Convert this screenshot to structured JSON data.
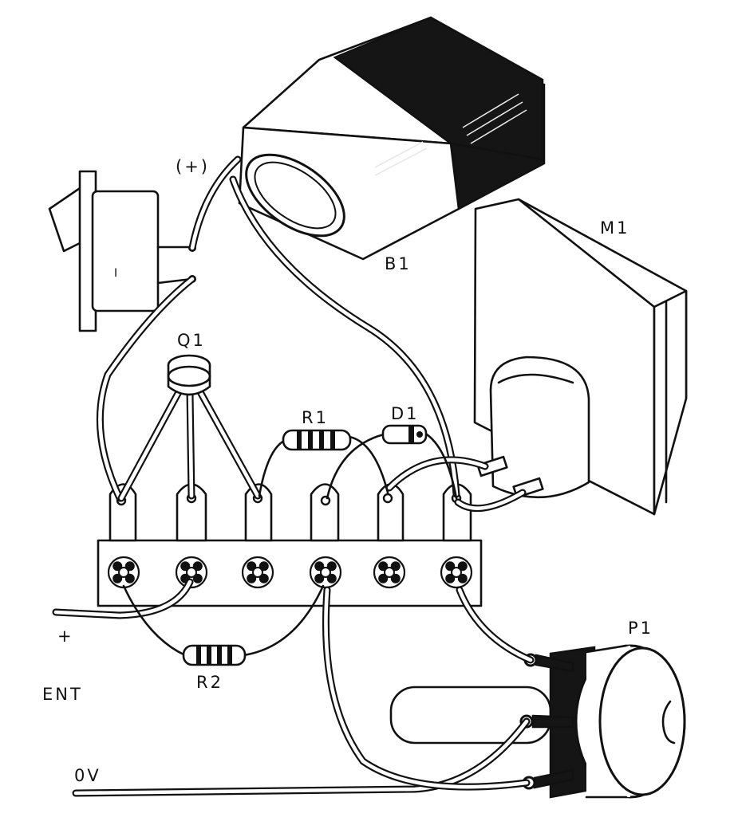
{
  "diagram": {
    "labels": {
      "battery": "B1",
      "battery_polarity": "(+)",
      "meter": "M1",
      "transistor": "Q1",
      "resistor1": "R1",
      "diode": "D1",
      "resistor2": "R2",
      "potentiometer": "P1",
      "input_plus": "+",
      "input": "ENT",
      "ground": "0V",
      "switch_mark": "I"
    },
    "colors": {
      "ink": "#111111",
      "paper": "#ffffff"
    }
  }
}
